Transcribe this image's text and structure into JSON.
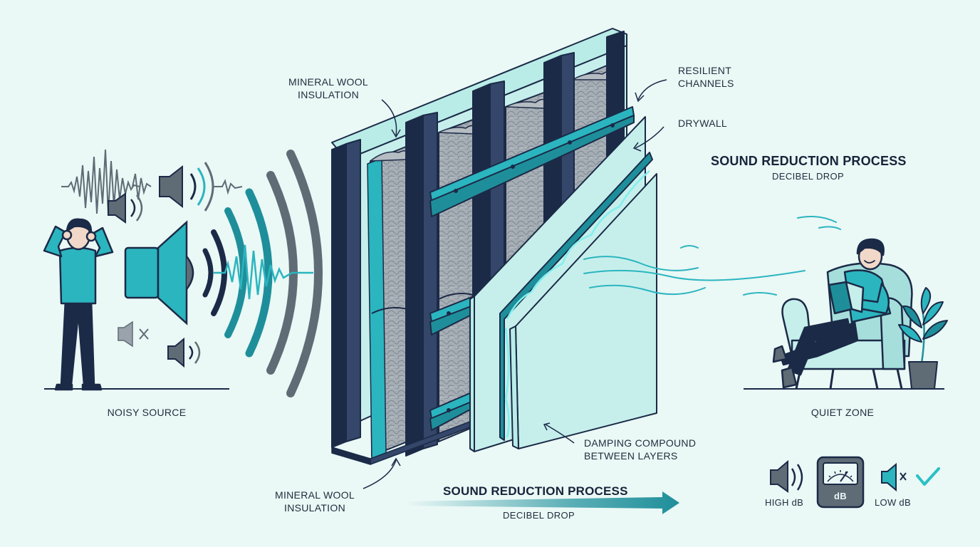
{
  "labels": {
    "mineral_wool_top": [
      "MINERAL WOOL",
      "INSULATION"
    ],
    "mineral_wool_bottom": [
      "MINERAL WOOL",
      "INSULATION"
    ],
    "resilient_channels": [
      "RESILIENT",
      "CHANNELS"
    ],
    "drywall": "DRYWALL",
    "damping_compound": [
      "DAMPING COMPOUND",
      "BETWEEN LAYERS"
    ],
    "noisy_source": "NOISY SOURCE",
    "quiet_zone": "QUIET ZONE",
    "high_db": "HIGH dB",
    "low_db": "LOW dB",
    "meter_unit": "dB"
  },
  "process_right": {
    "title": "SOUND REDUCTION PROCESS",
    "subtitle": "DECIBEL DROP"
  },
  "process_bottom": {
    "title": "SOUND REDUCTION PROCESS",
    "subtitle": "DECIBEL DROP"
  },
  "colors": {
    "background": "#eaf8f6",
    "navy": "#1b2a47",
    "teal": "#2bb5bf",
    "teal_dark": "#1e8f9a",
    "panel": "#c6efec",
    "wool": "#9aa3ab",
    "muted_gray": "#5f6b75",
    "check": "#2ac0c4"
  }
}
